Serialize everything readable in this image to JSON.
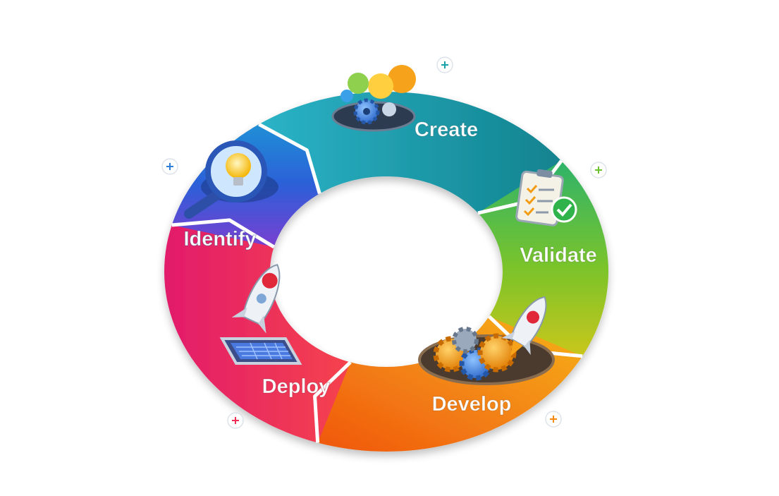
{
  "stages": [
    {
      "id": "create",
      "label": "Create",
      "color": "#1aa0a6",
      "icon": "ideas-gears-icon"
    },
    {
      "id": "validate",
      "label": "Validate",
      "color": "#6cc12e",
      "icon": "checklist-icon"
    },
    {
      "id": "develop",
      "label": "Develop",
      "color": "#f58a12",
      "icon": "gears-rocket-icon"
    },
    {
      "id": "deploy",
      "label": "Deploy",
      "color": "#ee2f55",
      "icon": "rocket-laptop-icon"
    },
    {
      "id": "identify",
      "label": "Identify",
      "color": "#2f63d8",
      "icon": "lightbulb-magnifier-icon"
    }
  ],
  "decorations": {
    "plus_markers": [
      {
        "color": "#1aa0a6"
      },
      {
        "color": "#2f7fd8"
      },
      {
        "color": "#6cc12e"
      },
      {
        "color": "#f58a12"
      },
      {
        "color": "#ee2f55"
      }
    ]
  }
}
